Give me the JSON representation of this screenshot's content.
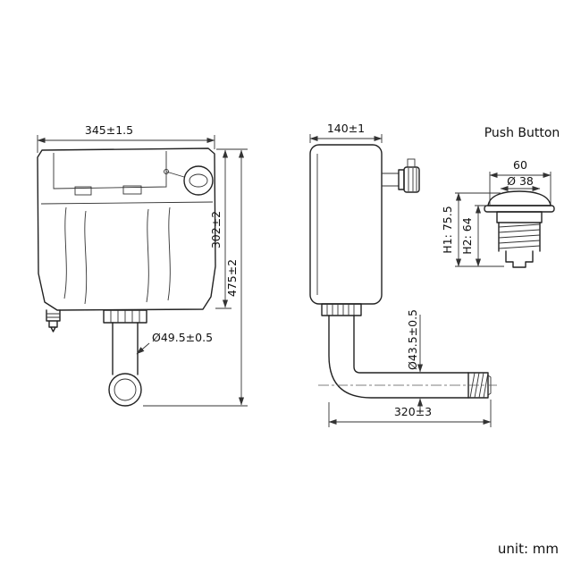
{
  "page": {
    "unit_label": "unit: mm"
  },
  "front_view": {
    "width_dim": "345±1.5",
    "body_height_dim": "302±2",
    "total_height_dim": "475±2",
    "outlet_dia_dim": "Ø49.5±0.5"
  },
  "side_view": {
    "depth_dim": "140±1",
    "pipe_dia_dim": "Ø43.5±0.5",
    "pipe_length_dim": "320±3"
  },
  "push_button": {
    "title": "Push Button",
    "width_dim": "60",
    "dia_dim": "Ø 38",
    "h1_dim": "H1: 75.5",
    "h2_dim": "H2: 64"
  }
}
